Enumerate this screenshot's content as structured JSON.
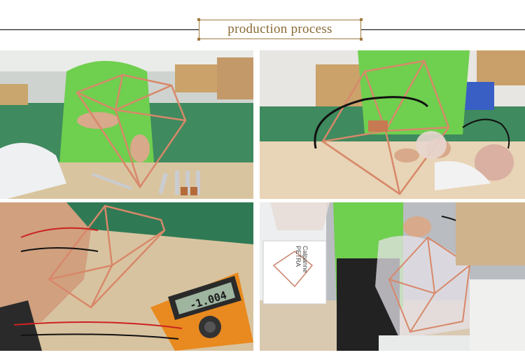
{
  "header": {
    "title": "production process"
  },
  "photos": [
    {
      "subject": "worker-welding-copper-cage-frame"
    },
    {
      "subject": "worker-wiring-lamp-socket-into-cage"
    },
    {
      "subject": "multimeter-electrical-test"
    },
    {
      "subject": "packing-lamp-in-plastic-bag-and-box"
    }
  ],
  "meter": {
    "reading": "-1.004"
  },
  "box_print": {
    "line1": "Calpanne",
    "line2": "PETRA"
  },
  "colors": {
    "accent_gold": "#a07a40",
    "title_text": "#8a6a33",
    "copper": "#d8886a",
    "shirt_green": "#6fcf4f"
  }
}
